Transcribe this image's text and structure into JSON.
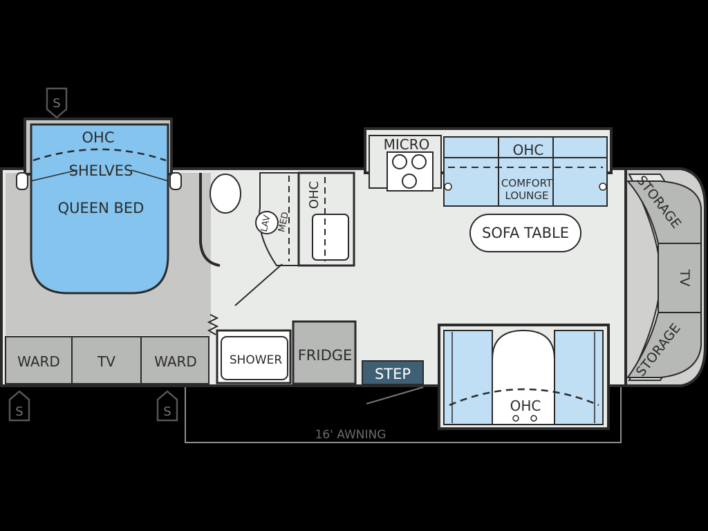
{
  "colors": {
    "background": "#000000",
    "floor_main": "#e9ebe8",
    "floor_bedroom": "#c7c8c6",
    "cabinet_gray": "#b7b9b6",
    "bed_blue": "#84c4ee",
    "lounge_blue": "#c0dff4",
    "outline": "#2a2a2a",
    "step": "#3f5f74"
  },
  "bedroom": {
    "ohc": "OHC",
    "shelves": "SHELVES",
    "queen_bed": "QUEEN BED"
  },
  "wardrobe_row": {
    "ward_left": "WARD",
    "tv": "TV",
    "ward_right": "WARD"
  },
  "bath": {
    "lav": "LAV",
    "med": "MED",
    "ohc": "OHC",
    "shower": "SHOWER"
  },
  "galley": {
    "fridge": "FRIDGE",
    "micro": "MICRO",
    "step": "STEP"
  },
  "lounge": {
    "ohc": "OHC",
    "comfort": "COMFORT",
    "lounge": "LOUNGE",
    "sofa_table": "SOFA TABLE"
  },
  "dinette": {
    "ohc": "OHC"
  },
  "cab": {
    "storage_top": "STORAGE",
    "tv": "TV",
    "storage_bottom": "STORAGE"
  },
  "slideout_markers": {
    "symbol": "S"
  },
  "awning": {
    "label": "16' AWNING"
  }
}
